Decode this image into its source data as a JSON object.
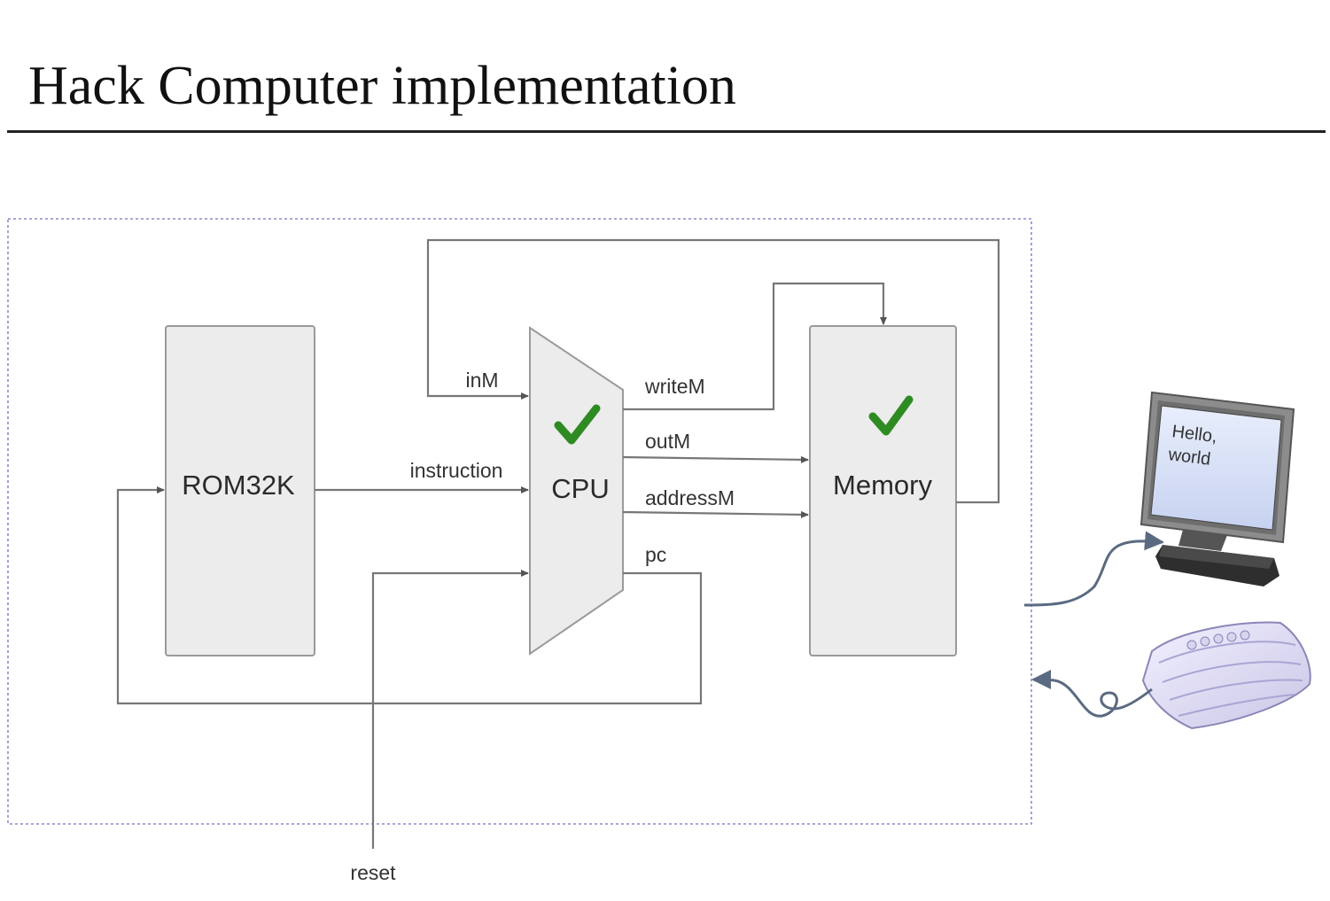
{
  "title": "Hack Computer implementation",
  "blocks": {
    "rom": "ROM32K",
    "cpu": "CPU",
    "memory": "Memory"
  },
  "signals": {
    "inM": "inM",
    "instruction": "instruction",
    "writeM": "writeM",
    "outM": "outM",
    "addressM": "addressM",
    "pc": "pc",
    "reset": "reset"
  },
  "screen_text": {
    "line1": "Hello,",
    "line2": "world"
  },
  "icons": {
    "check": "checkmark-icon",
    "monitor": "monitor-icon",
    "keyboard": "keyboard-icon"
  },
  "colors": {
    "check": "#2e8b22",
    "boundary": "#8a8ad0",
    "block_fill": "#ececec",
    "wire": "#777777"
  }
}
